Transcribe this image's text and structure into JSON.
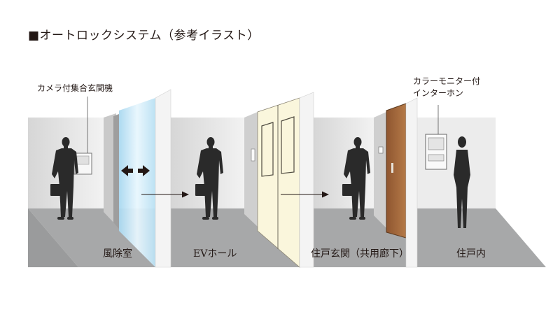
{
  "title": "■オートロックシステム（参考イラスト）",
  "callouts": {
    "camera_panel": "カメラ付集合玄関機",
    "monitor_line1": "カラーモニター付",
    "monitor_line2": "インターホン"
  },
  "zones": {
    "windbreak": "風除室",
    "ev_hall": "EVホール",
    "entrance": "住戸玄関（共用廊下）",
    "inside": "住戸内"
  },
  "colors": {
    "floor": "#a7a8a9",
    "floor_dark": "#8e8f90",
    "wall": "#e6e6e6",
    "glass": "#bfe3f5",
    "elevator_door": "#faf6dc",
    "unit_door": "#a86b3d",
    "silhouette": "#2a2a2a",
    "arrow": "#231815"
  }
}
